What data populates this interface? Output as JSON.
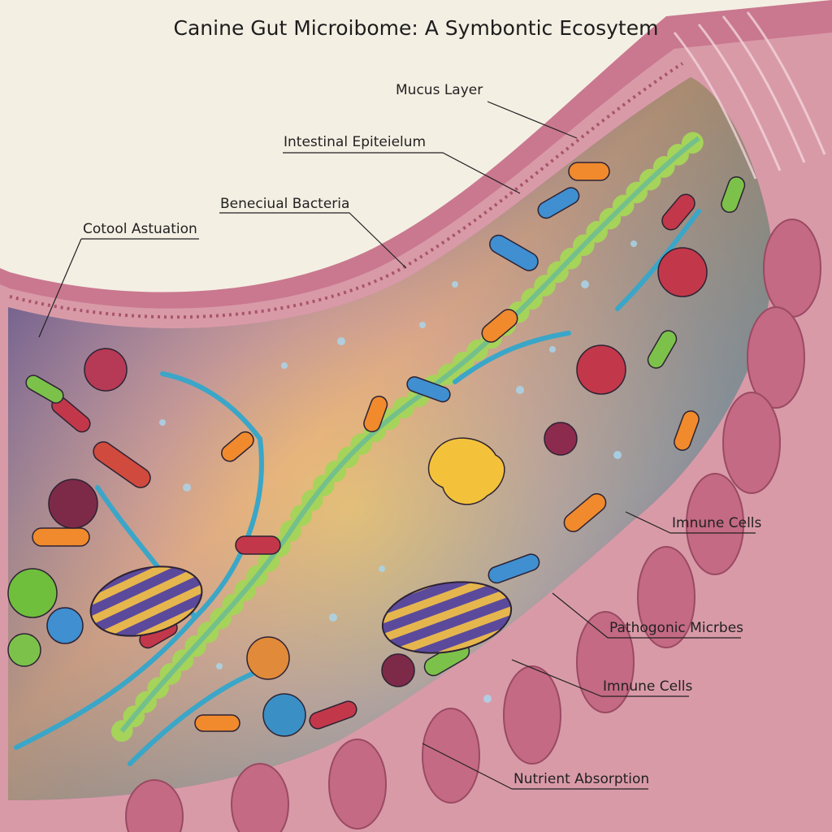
{
  "title": "Canine Gut Microibome: A Symbontic Ecosytem",
  "labels": {
    "mucus_layer": "Mucus Layer",
    "intestinal_epithelium": "Intestinal Epiteielum",
    "beneficial_bacteria": "Beneciual Bacteria",
    "cotool_astuation": "Cotool Astuation",
    "immune_cells_1": "Imnune Cells",
    "pathogenic_microbes": "Pathogonic Micrbes",
    "immune_cells_2": "Imnune Cells",
    "nutrient_absorption": "Nutrient Absorption"
  },
  "colors": {
    "background": "#f4efe3",
    "tissue": "#c9788f",
    "lumen": "#5e3f6e",
    "villi": "#d99aa8",
    "bacteria_orange": "#f08a2c",
    "bacteria_blue": "#3f8fd1",
    "bacteria_green": "#7cc24a",
    "bacteria_red": "#c2384a",
    "hyphae": "#3aa6c8",
    "chain": "#a6d35a"
  }
}
